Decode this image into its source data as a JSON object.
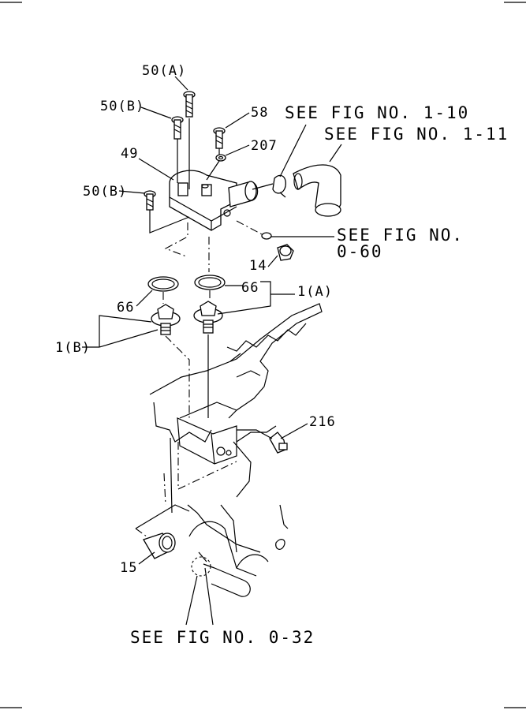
{
  "callouts": {
    "bolt_50a": "50(A)",
    "bolt_50b_top": "50(B)",
    "bolt_50b_left": "50(B)",
    "bolt_58": "58",
    "washer_207": "207",
    "housing_49": "49",
    "plug_14": "14",
    "gasket_66_right": "66",
    "gasket_66_left": "66",
    "thermostat_1a": "1(A)",
    "thermostat_1b": "1(B)",
    "fitting_216": "216",
    "pipe_15": "15"
  },
  "references": {
    "fig_1_10": "SEE FIG NO. 1-10",
    "fig_1_11": "SEE FIG NO. 1-11",
    "fig_0_60_line1": "SEE FIG NO.",
    "fig_0_60_line2": "0-60",
    "fig_0_32": "SEE FIG NO. 0-32"
  }
}
